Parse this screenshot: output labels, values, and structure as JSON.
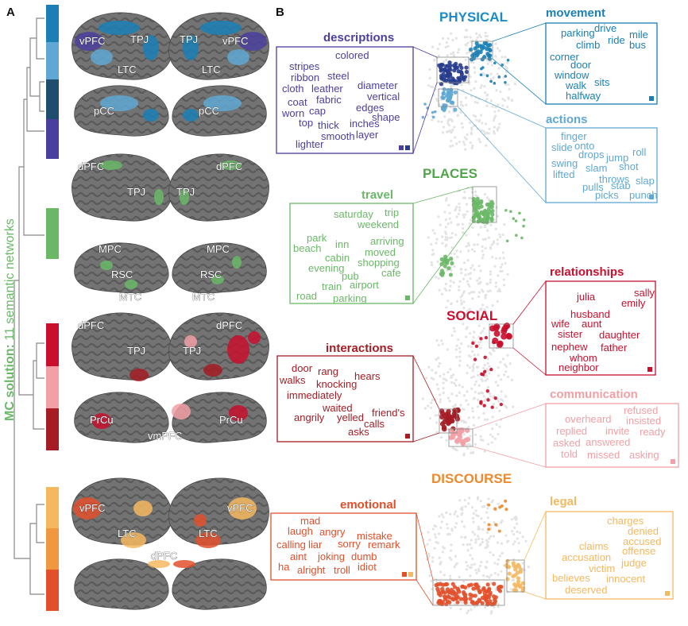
{
  "panels": {
    "a": "A",
    "b": "B"
  },
  "side_label": {
    "bold": "MC solution:",
    "rest": " 11 semantic networks"
  },
  "brain_labels": [
    "vPFC",
    "TPJ",
    "LTC",
    "TPJ",
    "vPFC",
    "LTC",
    "pCC",
    "pCC",
    "dPFC",
    "TPJ",
    "TPJ",
    "dPFC",
    "MPC",
    "RSC",
    "MTC",
    "MPC",
    "RSC",
    "MTC",
    "dPFC",
    "TPJ",
    "TPJ",
    "dPFC",
    "PrCu",
    "vmPFC",
    "PrCu",
    "vPFC",
    "LTC",
    "LTC",
    "vPFC",
    "dPFC"
  ],
  "colors": {
    "movement": "#1a7fb5",
    "descriptions": "#4b3f9e",
    "actions": "#5fa8d3",
    "travel": "#6ab867",
    "relationships": "#c8102e",
    "interactions": "#a51c24",
    "communication": "#f2a0a6",
    "emotional": "#e2502b",
    "legal": "#f4b860",
    "physical": "#1a8cc7",
    "places": "#4fa648",
    "social": "#c8102e",
    "discourse": "#ec8a2d",
    "dots_physical": "#283c8f",
    "brain_gray": "#6e6e6e"
  },
  "categories": {
    "physical": "PHYSICAL",
    "places": "PLACES",
    "social": "SOCIAL",
    "discourse": "DISCOURSE"
  },
  "groups": {
    "movement": {
      "title": "movement",
      "words": [
        "parking",
        "drive",
        "mile",
        "climb",
        "ride",
        "bus",
        "corner",
        "door",
        "window",
        "walk",
        "sits",
        "halfway"
      ]
    },
    "descriptions": {
      "title": "descriptions",
      "words": [
        "colored",
        "stripes",
        "ribbon",
        "steel",
        "cloth",
        "leather",
        "diameter",
        "coat",
        "fabric",
        "vertical",
        "worn",
        "cap",
        "edges",
        "top",
        "thick",
        "inches",
        "shape",
        "smooth",
        "layer",
        "lighter"
      ]
    },
    "actions": {
      "title": "actions",
      "words": [
        "finger",
        "slide",
        "onto",
        "drops",
        "jump",
        "roll",
        "swing",
        "slam",
        "shot",
        "lifted",
        "throws",
        "slap",
        "pulls",
        "stab",
        "picks",
        "punch"
      ]
    },
    "travel": {
      "title": "travel",
      "words": [
        "saturday",
        "trip",
        "weekend",
        "park",
        "inn",
        "arriving",
        "beach",
        "cabin",
        "moved",
        "evening",
        "shopping",
        "pub",
        "cafe",
        "train",
        "airport",
        "road",
        "parking"
      ]
    },
    "relationships": {
      "title": "relationships",
      "words": [
        "julia",
        "sally",
        "emily",
        "husband",
        "wife",
        "aunt",
        "sister",
        "daughter",
        "nephew",
        "father",
        "whom",
        "neighbor"
      ]
    },
    "interactions": {
      "title": "interactions",
      "words": [
        "door",
        "rang",
        "hears",
        "walks",
        "knocking",
        "immediately",
        "waited",
        "angrily",
        "yelled",
        "friend's",
        "calls",
        "asks"
      ]
    },
    "communication": {
      "title": "communication",
      "words": [
        "refused",
        "overheard",
        "insisted",
        "replied",
        "invite",
        "ready",
        "asked",
        "answered",
        "told",
        "missed",
        "asking"
      ]
    },
    "emotional": {
      "title": "emotional",
      "words": [
        "mad",
        "laugh",
        "angry",
        "mistake",
        "calling",
        "liar",
        "sorry",
        "remark",
        "aint",
        "joking",
        "dumb",
        "ha",
        "alright",
        "troll",
        "idiot"
      ]
    },
    "legal": {
      "title": "legal",
      "words": [
        "charges",
        "denied",
        "accused",
        "claims",
        "offense",
        "accusation",
        "victim",
        "judge",
        "believes",
        "innocent",
        "deserved"
      ]
    }
  }
}
